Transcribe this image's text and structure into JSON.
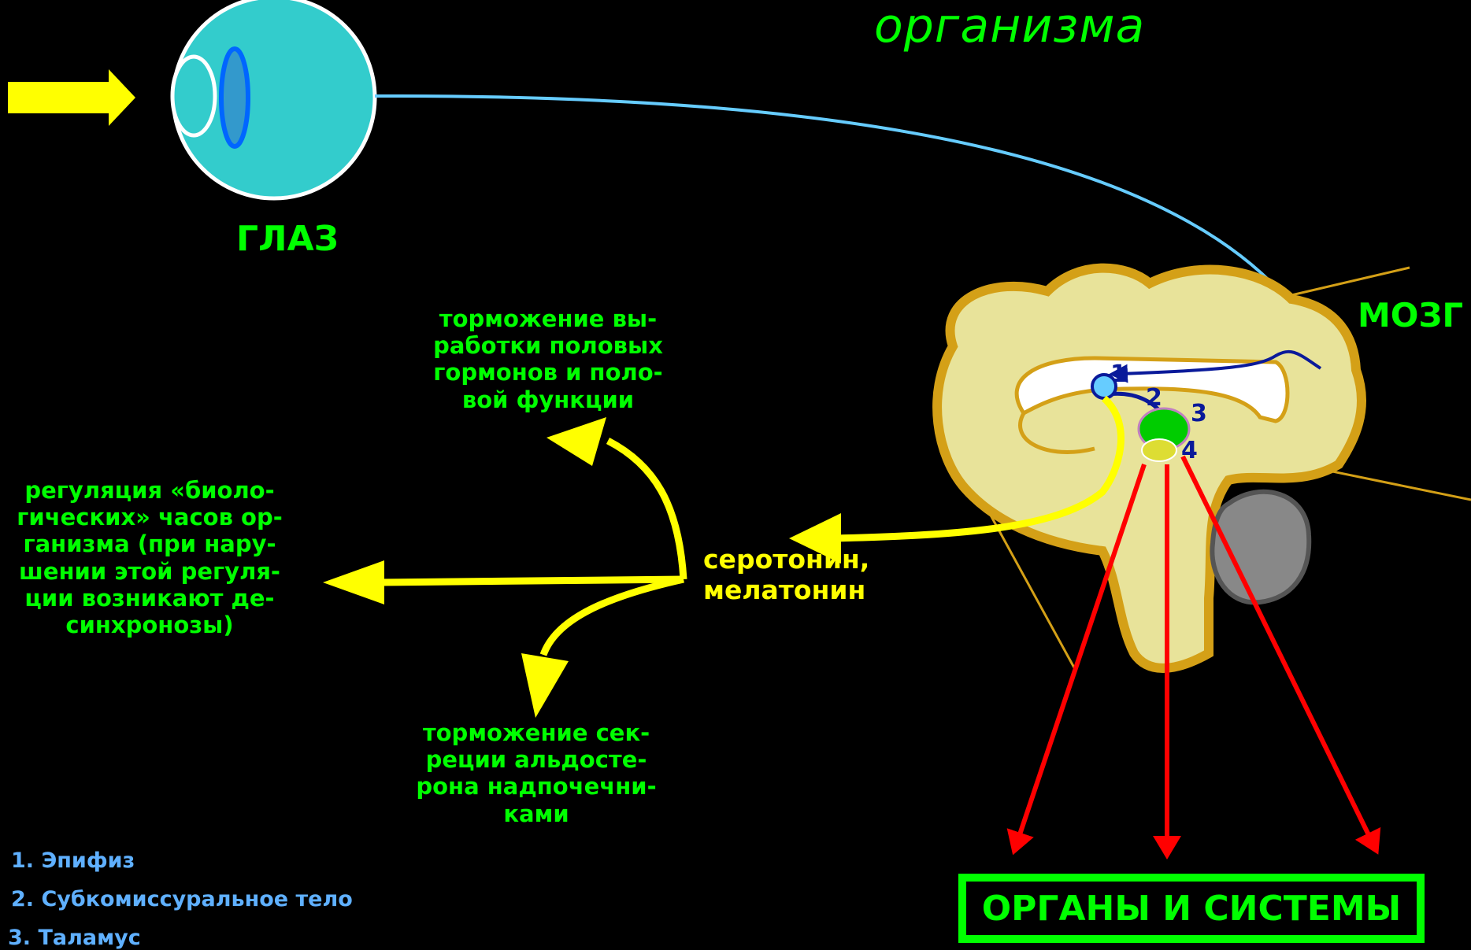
{
  "heading": "организма",
  "eye": {
    "label": "ГЛАЗ"
  },
  "brain": {
    "label": "МОЗГ",
    "numbers": [
      "1",
      "2",
      "3",
      "4"
    ]
  },
  "secretion": {
    "line1": "серотонин,",
    "line2": "мелатонин"
  },
  "effects": {
    "hormones": [
      "торможение вы-",
      "работки половых",
      "гормонов и поло-",
      "вой функции"
    ],
    "clock": [
      "регуляция «биоло-",
      "гических» часов ор-",
      "ганизма (при нару-",
      "шении этой регуля-",
      "ции возникают де-",
      "синхронозы)"
    ],
    "aldosterone": [
      "торможение сек-",
      "реции альдосте-",
      "рона надпочечни-",
      "ками"
    ]
  },
  "targets": {
    "label": "ОРГАНЫ И СИСТЕМЫ"
  },
  "legend": [
    "1. Эпифиз",
    "2. Субкомиссуральное тело",
    "3. Таламус"
  ],
  "colors": {
    "background": "#000000",
    "label_green": "#00ff00",
    "arrow_yellow": "#ffff00",
    "nerve_blue": "#66ccff",
    "eye_cyan": "#33cccc",
    "effect_red": "#ff0000",
    "legend_blue": "#5fb0ff"
  }
}
